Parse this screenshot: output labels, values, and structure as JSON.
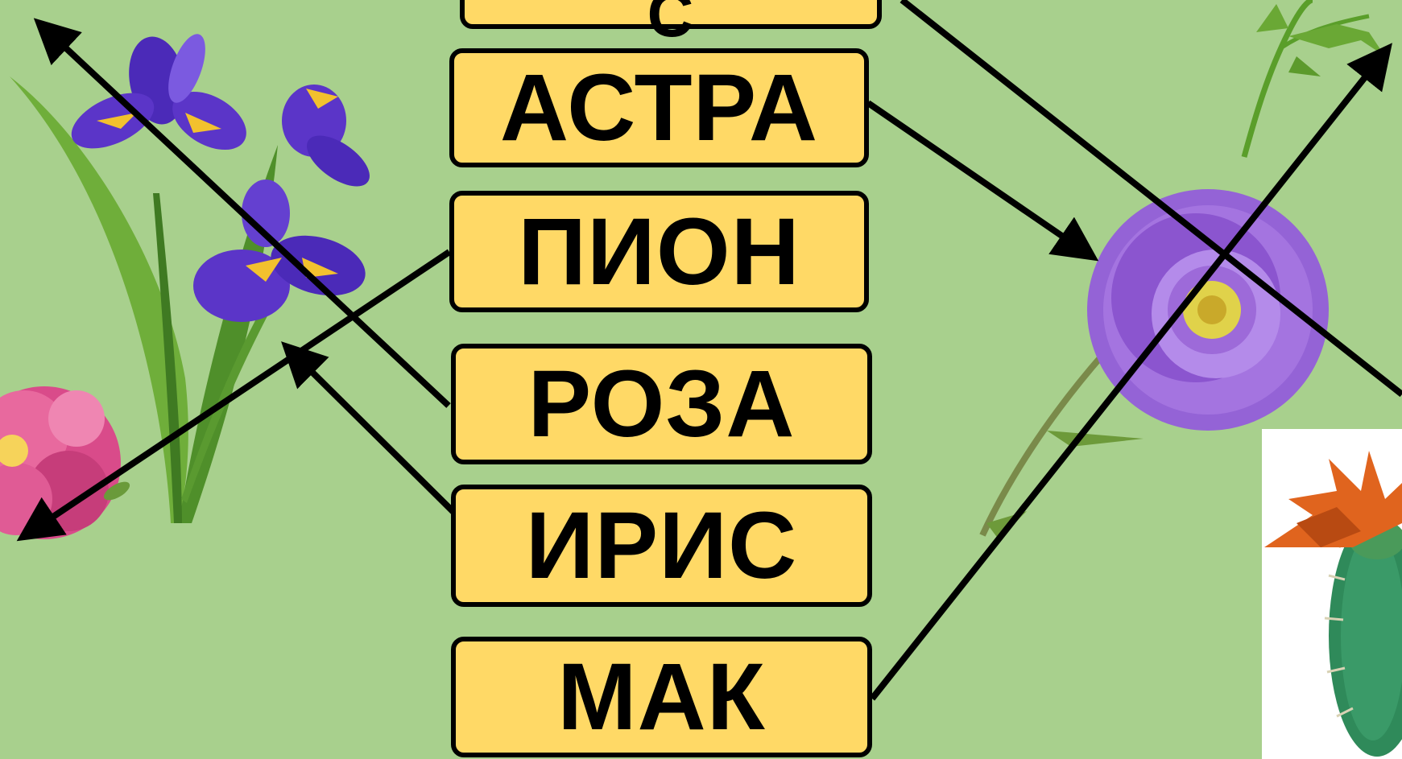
{
  "slide": {
    "background": "#a8d08d",
    "box_fill": "#ffd966",
    "top_partial_letter": "С",
    "words": {
      "astra": "АСТРА",
      "pion": "ПИОН",
      "roza": "РОЗА",
      "iris": "ИРИС",
      "mak": "МАК"
    }
  },
  "pictures": {
    "iris": "iris-flower",
    "peony": "peony-flower",
    "aster": "aster-flower",
    "cactus": "cactus-flower",
    "greenery": "green-sprig"
  }
}
